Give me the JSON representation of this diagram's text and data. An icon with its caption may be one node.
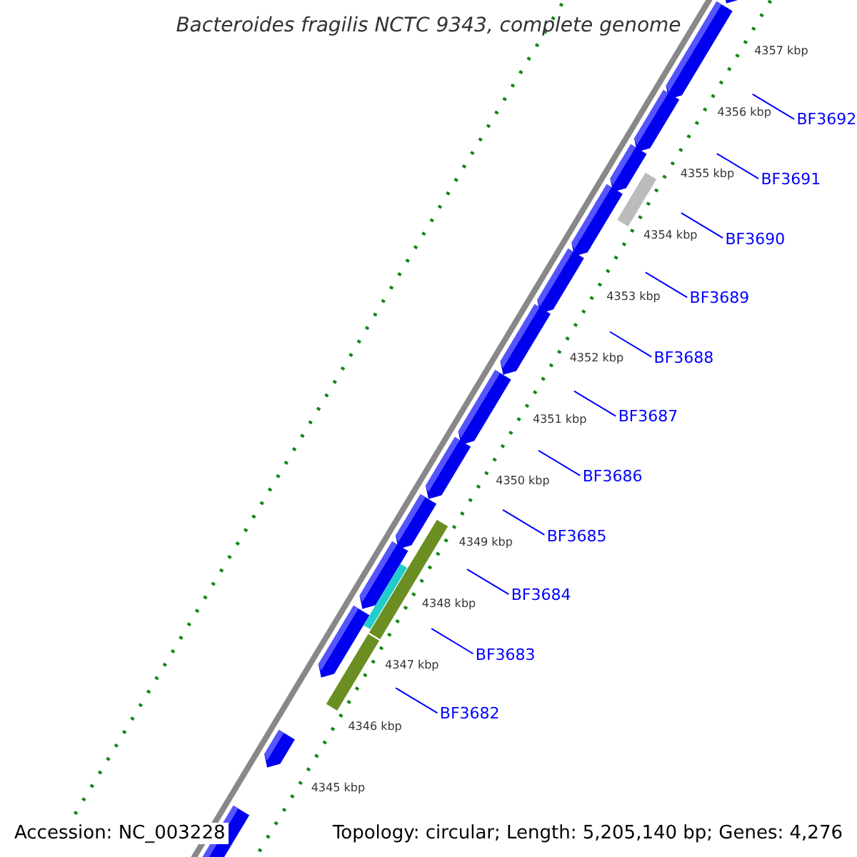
{
  "diagram": {
    "title": "Bacteroides fragilis NCTC 9343, complete genome",
    "nodes": [
      {
        "text": [
          "BF3692"
        ]
      },
      {
        "text": [
          "BF3691"
        ]
      },
      {
        "text": [
          "BF3690"
        ]
      },
      {
        "text": [
          "BF3689"
        ]
      },
      {
        "text": [
          "BF3688"
        ]
      },
      {
        "text": [
          "BF3687"
        ]
      },
      {
        "text": [
          "BF3686"
        ]
      },
      {
        "text": [
          "BF3685"
        ]
      },
      {
        "text": [
          "BF3684"
        ]
      },
      {
        "text": [
          "BF3683"
        ]
      },
      {
        "text": [
          "BF3682"
        ]
      }
    ],
    "edges": [
      {
        "from": 0,
        "to": null,
        "arrow": "none"
      },
      {
        "from": 1,
        "to": null,
        "arrow": "none"
      },
      {
        "from": 2,
        "to": null,
        "arrow": "none"
      },
      {
        "from": 3,
        "to": null,
        "arrow": "none"
      },
      {
        "from": 4,
        "to": null,
        "arrow": "none"
      },
      {
        "from": 5,
        "to": null,
        "arrow": "none"
      },
      {
        "from": 6,
        "to": null,
        "arrow": "none"
      },
      {
        "from": 7,
        "to": null,
        "arrow": "none"
      },
      {
        "from": 8,
        "to": null,
        "arrow": "none"
      },
      {
        "from": 9,
        "to": null,
        "arrow": "none"
      },
      {
        "from": 10,
        "to": null,
        "arrow": "none"
      }
    ],
    "labels": [
      "4357 kbp",
      "4356 kbp",
      "4355 kbp",
      "4354 kbp",
      "4353 kbp",
      "4352 kbp",
      "4351 kbp",
      "4350 kbp",
      "4349 kbp",
      "4348 kbp",
      "4347 kbp",
      "4346 kbp",
      "4345 kbp",
      "Accession: NC_003228",
      "Topology: circular; Length: 5,205,140 bp; Genes: 4,276"
    ]
  }
}
